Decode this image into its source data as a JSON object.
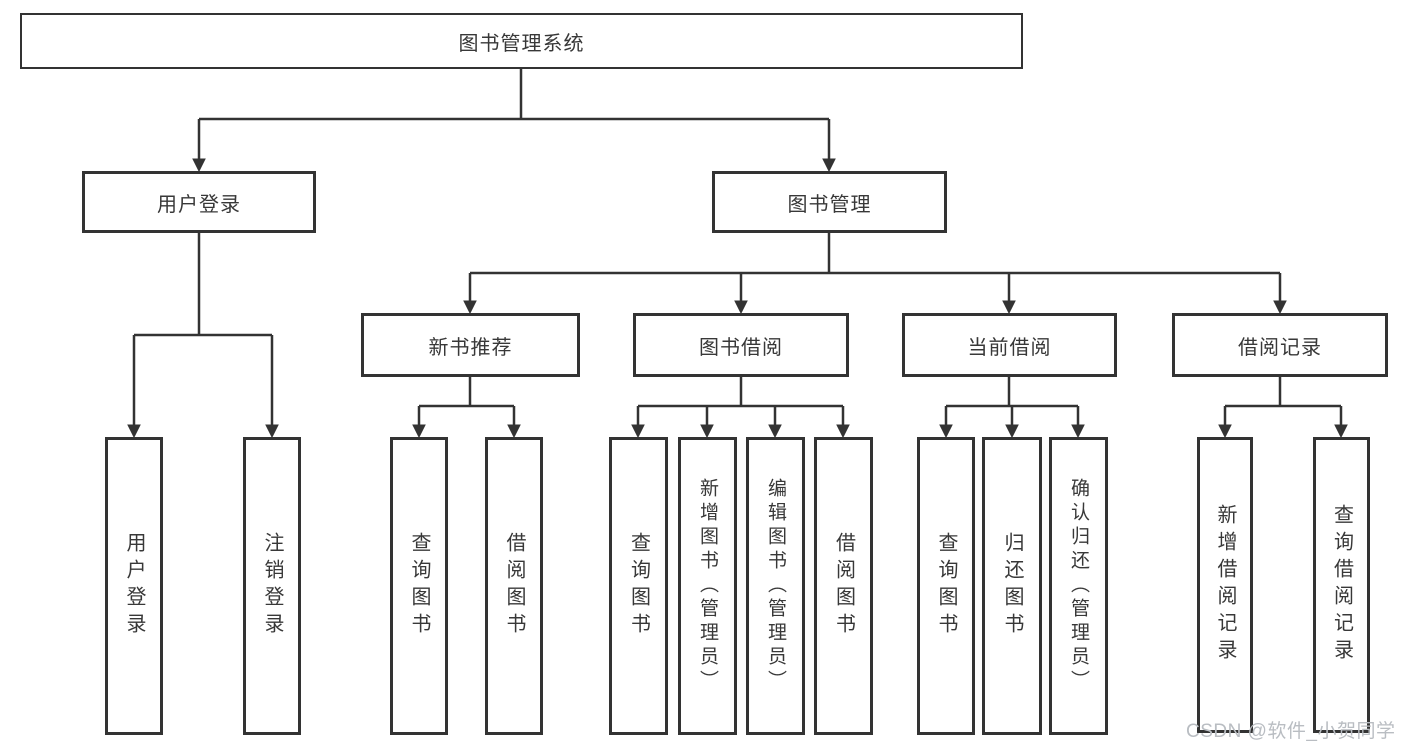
{
  "diagram_type": "functional-structure-tree",
  "watermark": "CSDN @软件_小贺同学",
  "colors": {
    "line": "#333333",
    "box_border": "#333333",
    "text": "#383838",
    "watermark": "#b9bdc2",
    "background": "#ffffff"
  },
  "tree": {
    "label": "图书管理系统",
    "children": [
      {
        "label": "用户登录",
        "children": [
          {
            "label": "用户登录"
          },
          {
            "label": "注销登录"
          }
        ]
      },
      {
        "label": "图书管理",
        "children": [
          {
            "label": "新书推荐",
            "children": [
              {
                "label": "查询图书"
              },
              {
                "label": "借阅图书"
              }
            ]
          },
          {
            "label": "图书借阅",
            "children": [
              {
                "label": "查询图书"
              },
              {
                "label": "新增图书（管理员）"
              },
              {
                "label": "编辑图书（管理员）"
              },
              {
                "label": "借阅图书"
              }
            ]
          },
          {
            "label": "当前借阅",
            "children": [
              {
                "label": "查询图书"
              },
              {
                "label": "归还图书"
              },
              {
                "label": "确认归还（管理员）"
              }
            ]
          },
          {
            "label": "借阅记录",
            "children": [
              {
                "label": "新增借阅记录"
              },
              {
                "label": "查询借阅记录"
              }
            ]
          }
        ]
      }
    ]
  }
}
